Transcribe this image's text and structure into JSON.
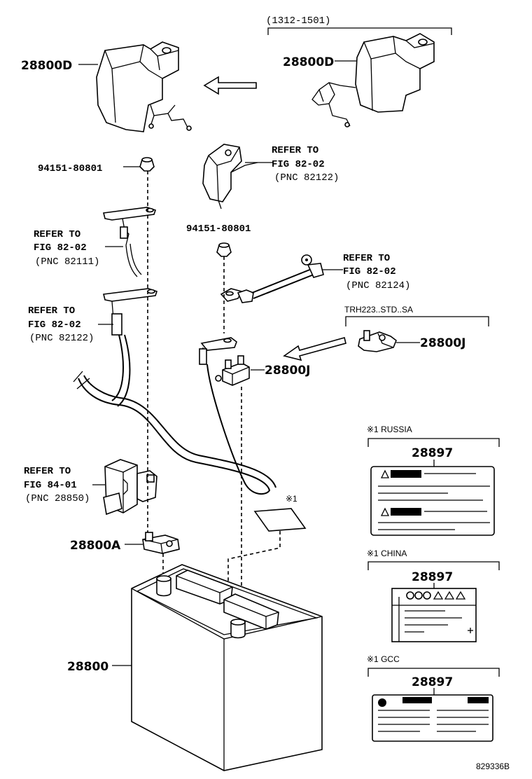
{
  "labels": {
    "cover_top_left": "28800D",
    "cover_top_right": "28800D",
    "date_range": "(1312-1501)",
    "nut_left": "94151-80801",
    "nut_mid": "94151-80801",
    "ref_cable_top_line1": "REFER TO",
    "ref_cable_top_line2": "FIG 82-02",
    "ref_cable_top_line3": "(PNC 82122)",
    "ref_82111_line1": "REFER TO",
    "ref_82111_line2": "FIG 82-02",
    "ref_82111_line3": "(PNC 82111)",
    "ref_82124_line1": "REFER TO",
    "ref_82124_line2": "FIG 82-02",
    "ref_82124_line3": "(PNC 82124)",
    "ref_82122b_line1": "REFER TO",
    "ref_82122b_line2": "FIG 82-02",
    "ref_82122b_line3": "(PNC 82122)",
    "ref_84_line1": "REFER TO",
    "ref_84_line2": "FIG 84-01",
    "ref_84_line3": "(PNC 28850)",
    "variant": "TRH223..STD..SA",
    "clamp_j_right": "28800J",
    "clamp_j_mid": "28800J",
    "clamp_a": "28800A",
    "battery": "28800",
    "note_mark": "※1",
    "russia_title": "※1 RUSSIA",
    "russia_part": "28897",
    "china_title": "※1 CHINA",
    "china_part": "28897",
    "gcc_title": "※1 GCC",
    "gcc_part": "28897",
    "figure_code": "829336B"
  },
  "icons": [
    "direction-arrow-left",
    "direction-arrow-down-left",
    "warning-triangle-icon",
    "recycle-icon"
  ]
}
